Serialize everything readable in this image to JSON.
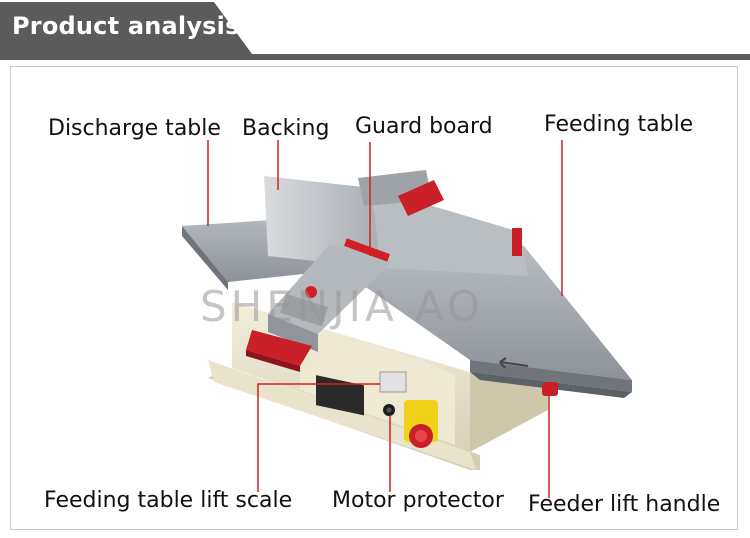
{
  "header": {
    "title": "Product analysis"
  },
  "watermark": {
    "text": "SHENJIA AO"
  },
  "labels": {
    "discharge_table": "Discharge table",
    "backing": "Backing",
    "guard_board": "Guard board",
    "feeding_table": "Feeding table",
    "feeding_table_lift_scale": "Feeding table lift scale",
    "motor_protector": "Motor protector",
    "feeder_lift_handle": "Feeder lift handle"
  },
  "colors": {
    "header_bg": "#5b5b5b",
    "leader_line": "#d42020",
    "accent_red": "#d11f25",
    "table_gray": "#9aa0a6",
    "base_cream": "#ece6d2"
  }
}
